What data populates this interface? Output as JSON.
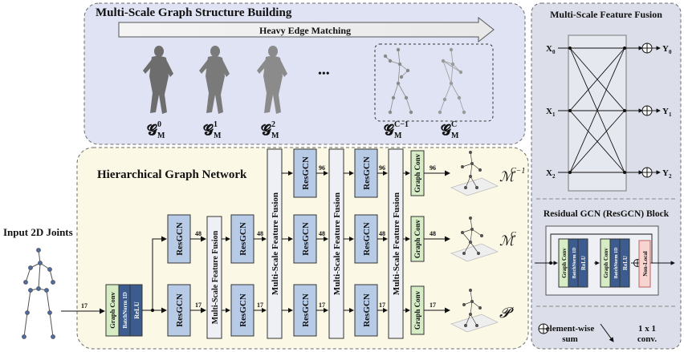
{
  "top_panel": {
    "title": "Multi-Scale Graph Structure Building",
    "arrow_label": "Heavy Edge Matching",
    "ellipsis": "•••",
    "graphs": [
      {
        "symbol": "𝓖",
        "sup": "0",
        "sub": "M"
      },
      {
        "symbol": "𝓖",
        "sup": "1",
        "sub": "M"
      },
      {
        "symbol": "𝓖",
        "sup": "2",
        "sub": "M"
      },
      {
        "symbol": "𝓖",
        "sup": "C−1",
        "sub": "M"
      },
      {
        "symbol": "𝓖",
        "sup": "C",
        "sub": "M"
      }
    ]
  },
  "main_panel": {
    "title": "Hierarchical Graph Network",
    "input_label": "Input 2D Joints",
    "resgcn_label": "ResGCN",
    "msff_label": "Multi-Scale Feature Fusion",
    "graph_conv_label": "Graph Conv",
    "batchnorm_label": "BatchNorm 1D",
    "relu_label": "ReLU",
    "dims": {
      "d17": "17",
      "d48": "48",
      "d96": "96"
    },
    "outputs": [
      {
        "symbol": "ℳ",
        "sup": "C−1"
      },
      {
        "symbol": "ℳ",
        "sup": "C"
      },
      {
        "symbol": "𝓟",
        "sup": ""
      }
    ]
  },
  "fusion_panel": {
    "title": "Multi-Scale Feature Fusion",
    "inputs": [
      {
        "name": "X",
        "sub": "0"
      },
      {
        "name": "X",
        "sub": "1"
      },
      {
        "name": "X",
        "sub": "2"
      }
    ],
    "outputs": [
      {
        "name": "Y",
        "sub": "0"
      },
      {
        "name": "Y",
        "sub": "1"
      },
      {
        "name": "Y",
        "sub": "2"
      }
    ]
  },
  "resgcn_panel": {
    "title": "Residual GCN (ResGCN) Block",
    "graph_conv": "Graph Conv",
    "batchnorm": "BatchNorm 1D",
    "relu": "ReLU",
    "non_local": "Non-Local"
  },
  "legend": {
    "sum_label": "element-wise sum",
    "sum_line1": "element-wise",
    "sum_line2": "sum",
    "conv_line1": "1 x 1",
    "conv_line2": "conv."
  },
  "colors": {
    "top_panel_bg": "#dfe3f3",
    "main_panel_bg": "#fbf8e6",
    "right_panel_bg": "#dcdfe9",
    "resgcn_box": "#b8cbe6",
    "msff_box": "#eef0f6",
    "graph_conv_box": "#d5ecc4",
    "batchnorm_box": "#3c5c8f",
    "non_local_box": "#f6d5d1"
  }
}
